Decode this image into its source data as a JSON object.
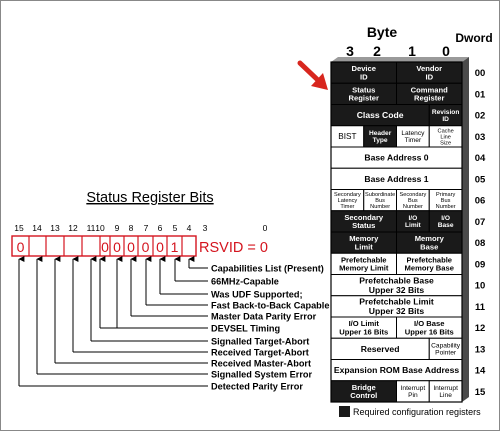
{
  "header": {
    "byte_label": "Byte",
    "dword_label": "Dword",
    "byte_numbers": [
      "3",
      "2",
      "1",
      "0"
    ]
  },
  "dword_numbers": [
    "00",
    "01",
    "02",
    "03",
    "04",
    "05",
    "06",
    "07",
    "08",
    "09",
    "10",
    "11",
    "12",
    "13",
    "14",
    "15"
  ],
  "config_registers": [
    {
      "id": "device-id",
      "label": "Device ID",
      "lines": [
        "Device",
        "ID"
      ],
      "required": true
    },
    {
      "id": "vendor-id",
      "label": "Vendor ID",
      "lines": [
        "Vendor",
        "ID"
      ],
      "required": true
    },
    {
      "id": "status-register",
      "label": "Status Register",
      "lines": [
        "Status",
        "Register"
      ],
      "required": true
    },
    {
      "id": "command-register",
      "label": "Command Register",
      "lines": [
        "Command",
        "Register"
      ],
      "required": true
    },
    {
      "id": "class-code",
      "label": "Class Code",
      "lines": [
        "Class Code"
      ],
      "required": true
    },
    {
      "id": "revision-id",
      "label": "Revision ID",
      "lines": [
        "Revision",
        "ID"
      ],
      "required": true
    },
    {
      "id": "bist",
      "label": "BIST",
      "lines": [
        "BIST"
      ],
      "required": false
    },
    {
      "id": "header-type",
      "label": "Header Type",
      "lines": [
        "Header",
        "Type"
      ],
      "required": true
    },
    {
      "id": "latency-timer",
      "label": "Latency Timer",
      "lines": [
        "Latency",
        "Timer"
      ],
      "required": false
    },
    {
      "id": "cache-line-size",
      "label": "Cache Line Size",
      "lines": [
        "Cache",
        "Line",
        "Size"
      ],
      "required": false
    },
    {
      "id": "base-address-0",
      "label": "Base Address 0",
      "lines": [
        "Base Address 0"
      ],
      "required": false
    },
    {
      "id": "base-address-1",
      "label": "Base Address 1",
      "lines": [
        "Base Address 1"
      ],
      "required": false
    },
    {
      "id": "secondary-latency-timer",
      "label": "Secondary Latency Timer",
      "lines": [
        "Secondary",
        "Latency",
        "Timer"
      ],
      "required": false
    },
    {
      "id": "subordinate-bus-number",
      "label": "Subordinate Bus Number",
      "lines": [
        "Subordinate",
        "Bus",
        "Number"
      ],
      "required": false
    },
    {
      "id": "secondary-bus-number",
      "label": "Secondary Bus Number",
      "lines": [
        "Secondary",
        "Bus",
        "Number"
      ],
      "required": false
    },
    {
      "id": "primary-bus-number",
      "label": "Primary Bus Number",
      "lines": [
        "Primary",
        "Bus",
        "Number"
      ],
      "required": false
    },
    {
      "id": "secondary-status",
      "label": "Secondary Status",
      "lines": [
        "Secondary",
        "Status"
      ],
      "required": true
    },
    {
      "id": "io-limit",
      "label": "I/O Limit",
      "lines": [
        "I/O",
        "Limit"
      ],
      "required": true
    },
    {
      "id": "io-base",
      "label": "I/O Base",
      "lines": [
        "I/O",
        "Base"
      ],
      "required": true
    },
    {
      "id": "memory-limit",
      "label": "Memory Limit",
      "lines": [
        "Memory",
        "Limit"
      ],
      "required": true
    },
    {
      "id": "memory-base",
      "label": "Memory Base",
      "lines": [
        "Memory",
        "Base"
      ],
      "required": true
    },
    {
      "id": "prefetchable-memory-limit",
      "label": "Prefetchable Memory Limit",
      "lines": [
        "Prefetchable",
        "Memory Limit"
      ],
      "required": false
    },
    {
      "id": "prefetchable-memory-base",
      "label": "Prefetchable Memory Base",
      "lines": [
        "Prefetchable",
        "Memory Base"
      ],
      "required": false
    },
    {
      "id": "prefetchable-base-upper",
      "label": "Prefetchable Base Upper 32 Bits",
      "lines": [
        "Prefetchable Base",
        "Upper 32 Bits"
      ],
      "required": false
    },
    {
      "id": "prefetchable-limit-upper",
      "label": "Prefetchable Limit Upper 32 Bits",
      "lines": [
        "Prefetchable Limit",
        "Upper 32 Bits"
      ],
      "required": false
    },
    {
      "id": "io-limit-upper",
      "label": "I/O Limit Upper 16 Bits",
      "lines": [
        "I/O Limit",
        "Upper 16 Bits"
      ],
      "required": false
    },
    {
      "id": "io-base-upper",
      "label": "I/O Base Upper 16 Bits",
      "lines": [
        "I/O Base",
        "Upper 16 Bits"
      ],
      "required": false
    },
    {
      "id": "reserved",
      "label": "Reserved",
      "lines": [
        "Reserved"
      ],
      "required": false
    },
    {
      "id": "capability-pointer",
      "label": "Capability Pointer",
      "lines": [
        "Capability",
        "Pointer"
      ],
      "required": false
    },
    {
      "id": "expansion-rom-base-address",
      "label": "Expansion ROM Base Address",
      "lines": [
        "Expansion ROM Base Address"
      ],
      "required": false
    },
    {
      "id": "bridge-control",
      "label": "Bridge Control",
      "lines": [
        "Bridge",
        "Control"
      ],
      "required": true
    },
    {
      "id": "interrupt-pin",
      "label": "Interrupt Pin",
      "lines": [
        "Interrupt",
        "Pin"
      ],
      "required": false
    },
    {
      "id": "interrupt-line",
      "label": "Interrupt Line",
      "lines": [
        "Interrupt",
        "Line"
      ],
      "required": false
    }
  ],
  "legend": {
    "label": "Required configuration registers"
  },
  "status_register": {
    "title": "Status Register Bits",
    "bit_numbers": [
      "15",
      "14",
      "13",
      "12",
      "11",
      "10",
      "9",
      "8",
      "7",
      "6",
      "5",
      "4",
      "3",
      "0"
    ],
    "bit_values": [
      "0",
      "",
      "",
      "",
      "",
      "0",
      "0",
      "0",
      "0",
      "0",
      "1"
    ],
    "rsvid_label": "RSVID = 0",
    "bit_descriptions": [
      "Capabilities List (Present)",
      "66MHz-Capable",
      "Was UDF Supported;",
      "Fast Back-to-Back Capable",
      "Master Data Parity Error",
      "DEVSEL Timing",
      "Signalled Target-Abort",
      "Received Target-Abort",
      "Received Master-Abort",
      "Signalled System Error",
      "Detected Parity Error"
    ]
  },
  "colors": {
    "required_fill": "#1a1a1a",
    "optional_fill": "#ffffff",
    "bit_value_text": "#d4141e",
    "arrow": "#d8261e",
    "shadow": "#4a4a4a"
  }
}
